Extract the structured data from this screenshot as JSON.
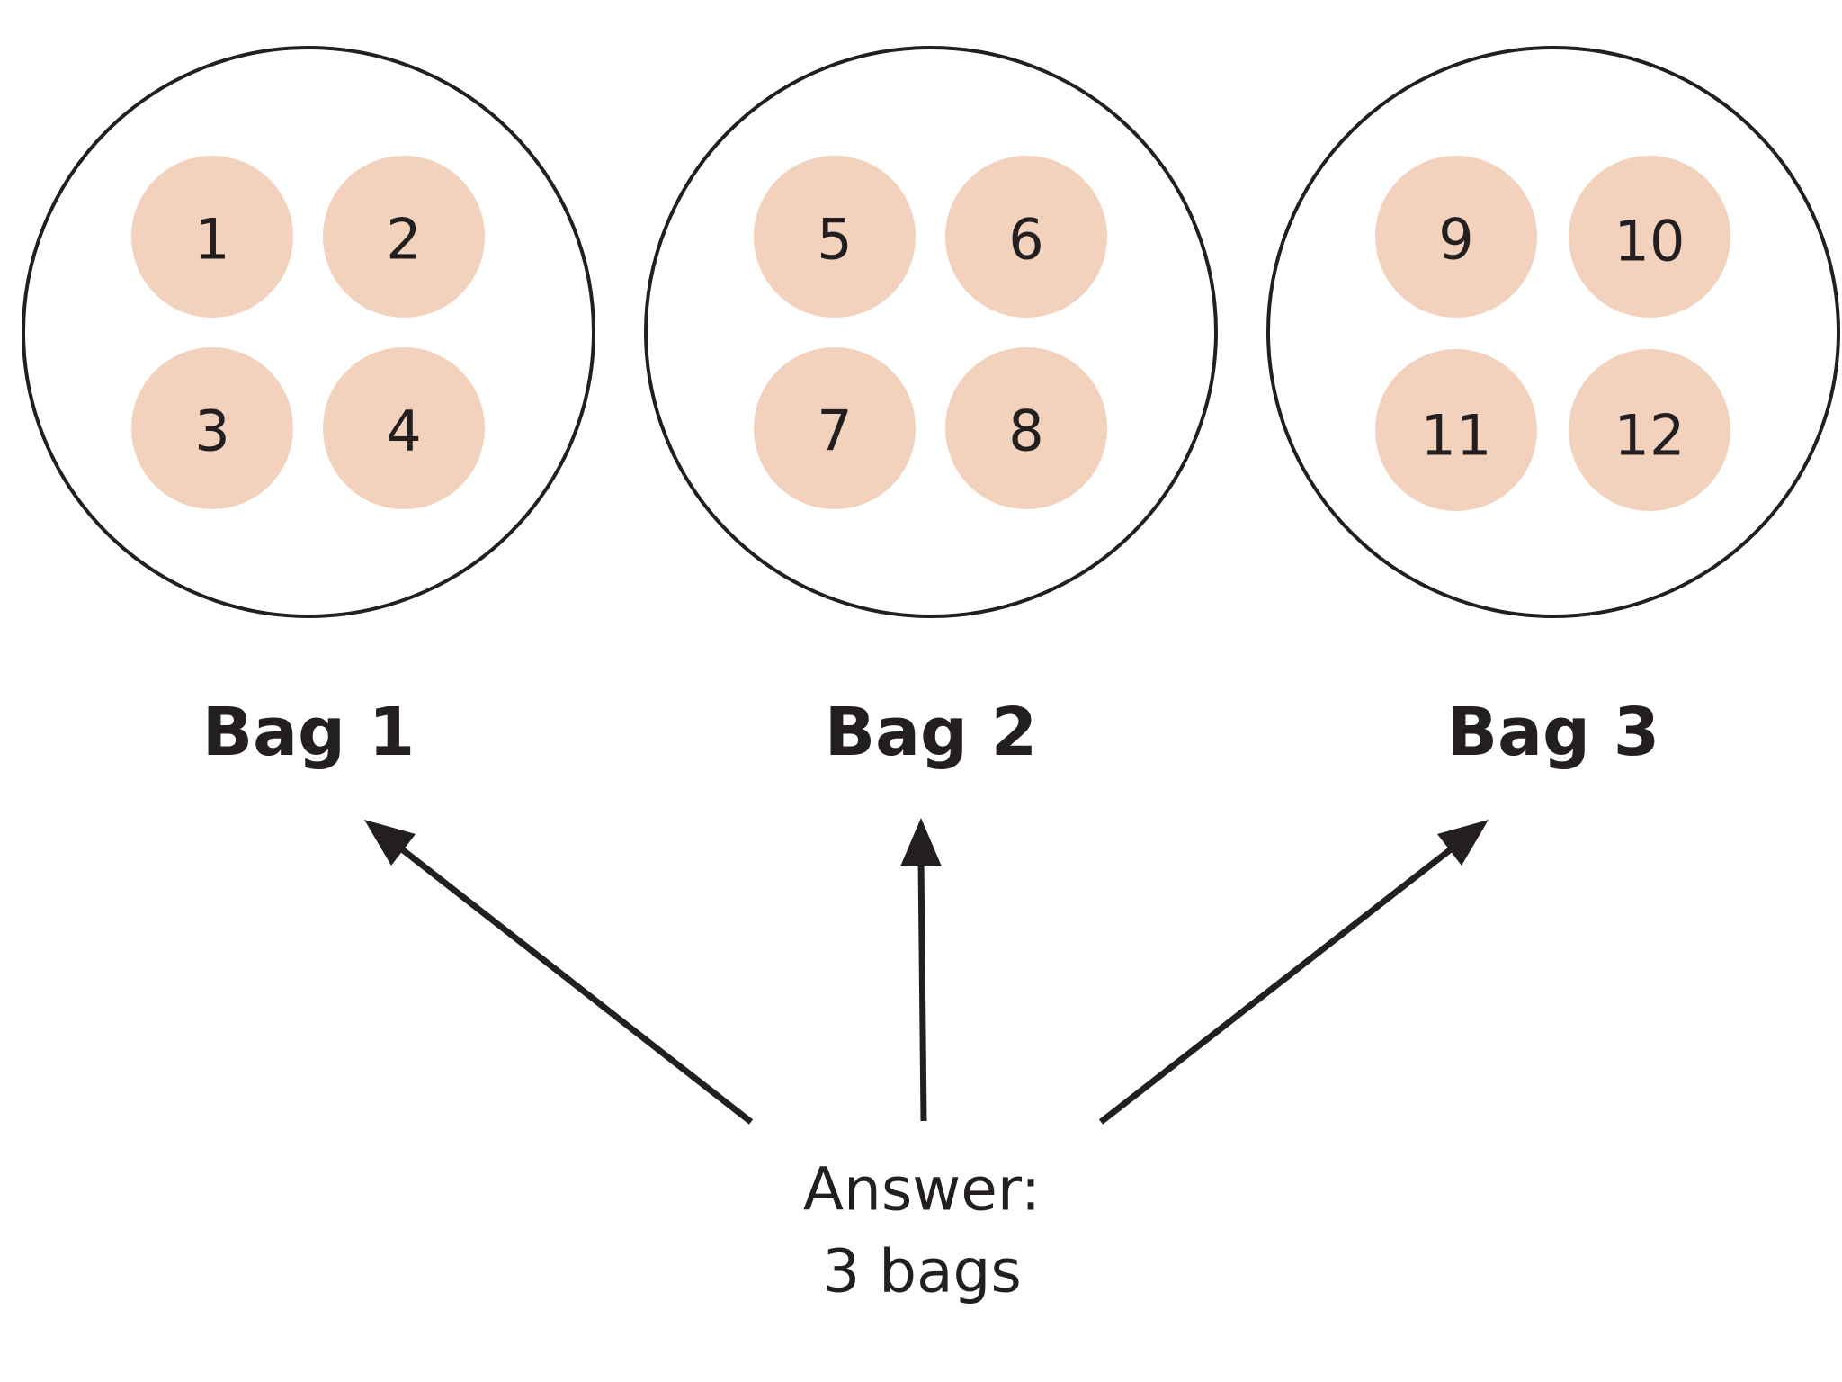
{
  "bags": [
    {
      "label": "Bag 1",
      "balls": [
        "1",
        "2",
        "3",
        "4"
      ]
    },
    {
      "label": "Bag 2",
      "balls": [
        "5",
        "6",
        "7",
        "8"
      ]
    },
    {
      "label": "Bag 3",
      "balls": [
        "9",
        "10",
        "11",
        "12"
      ]
    }
  ],
  "answer": {
    "line1": "Answer:",
    "line2": "3 bags"
  },
  "colors": {
    "ball_fill": "#f2d1bd",
    "ink": "#231f20",
    "background": "#ffffff"
  }
}
